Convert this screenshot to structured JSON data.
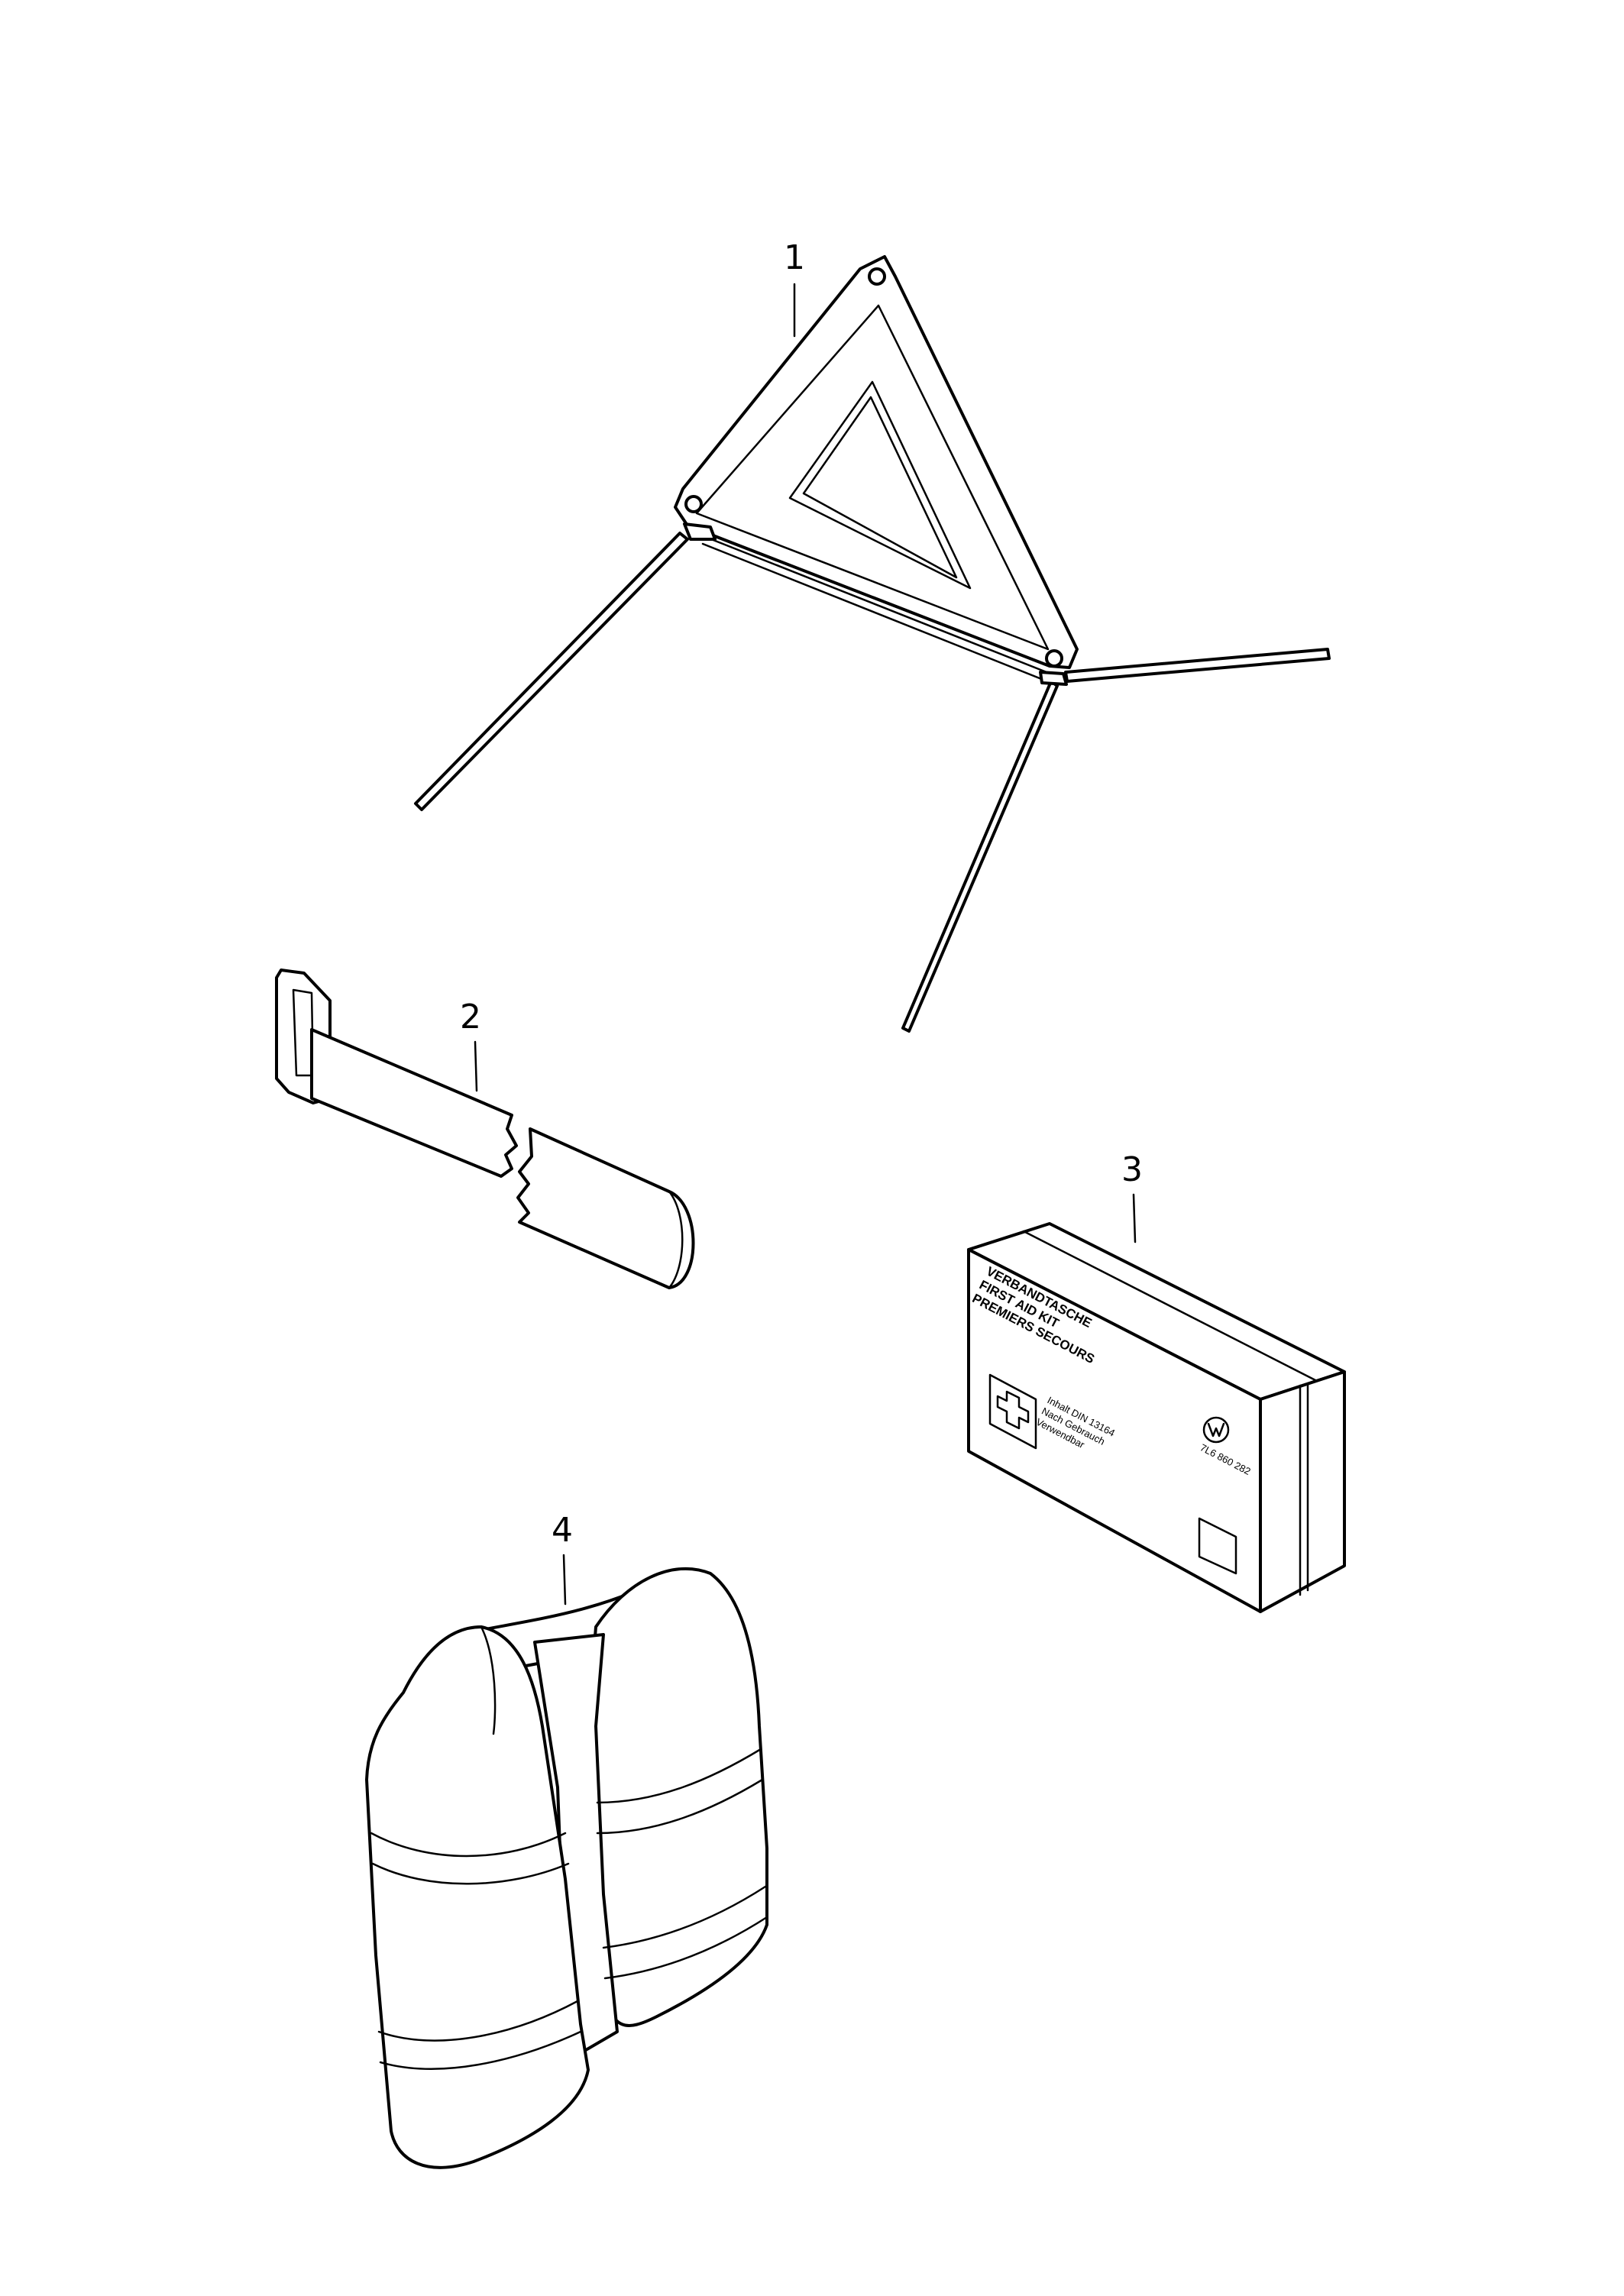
{
  "parts": [
    {
      "id": "1",
      "name": "warning-triangle"
    },
    {
      "id": "2",
      "name": "strap"
    },
    {
      "id": "3",
      "name": "first-aid-kit"
    },
    {
      "id": "4",
      "name": "safety-vest"
    }
  ],
  "first_aid_kit": {
    "line1": "VERBANDTASCHE",
    "line2": "FIRST AID KIT",
    "line3": "PREMIERS SECOURS",
    "info1": "Inhalt DIN 13164",
    "info2": "Nach Gebrauch",
    "info3": "Verwendbar",
    "part_no": "7L6 860 282",
    "logo": "vw-logo-icon",
    "cross": "cross-icon"
  }
}
